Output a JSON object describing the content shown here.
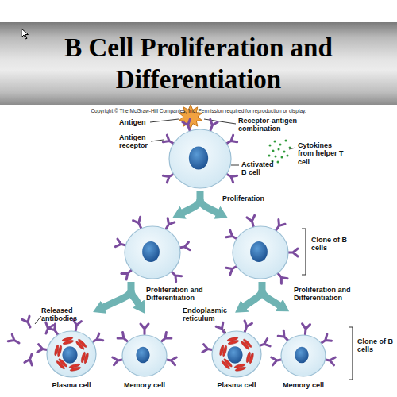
{
  "diagram": {
    "title": "B Cell Proliferation and Differentiation",
    "labels": [
      "Copyright © The McGraw-Hill Companies, Inc. Permission required for reproduction or display.",
      "Antigen",
      "Antigen receptor",
      "Receptor-antigen combination",
      "Activated B cell",
      "Cytokines from helper T cell",
      "Proliferation",
      "Clone of B cells",
      "Proliferation and Differentiation",
      "Proliferation and Differentiation",
      "Released antibodies",
      "Endoplasmic reticulum",
      "Clone of B cells",
      "Plasma cell",
      "Memory cell",
      "Plasma cell",
      "Memory cell"
    ]
  }
}
